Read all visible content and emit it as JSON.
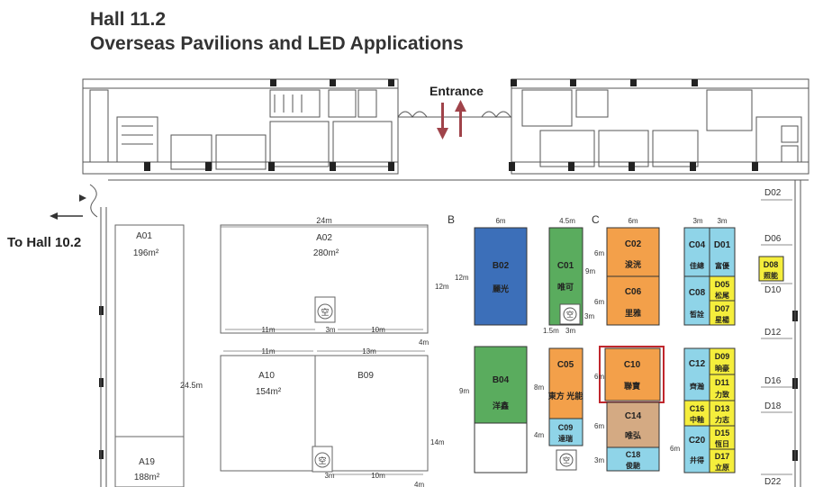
{
  "title": {
    "line1": "Hall 11.2",
    "line2": "Overseas Pavilions and LED Applications"
  },
  "entrance": "Entrance",
  "to_hall": "To Hall 10.2",
  "section_labels": {
    "b": "B",
    "c": "C"
  },
  "kiosk_char": "空",
  "left_area": {
    "a01": {
      "code": "A01",
      "area": "196m²"
    },
    "a02": {
      "code": "A02",
      "area": "280m²"
    },
    "a10": {
      "code": "A10",
      "area": "154m²"
    },
    "b09": {
      "code": "B09"
    },
    "a19": {
      "code": "A19",
      "area": "188m²"
    },
    "dims": {
      "w24": "24m",
      "h12": "12m",
      "d11a": "11m",
      "d3a": "3m",
      "d10a": "10m",
      "d4": "4m",
      "d11b": "11m",
      "d13": "13m",
      "d24_5": "24.5m",
      "d14": "14m",
      "d3b": "3m",
      "d10b": "10m",
      "d4b": "4m"
    }
  },
  "right_area": {
    "dims": {
      "b_w6": "6m",
      "b_h12": "12m",
      "c01_w": "4.5m",
      "c01_h": "9m",
      "c_w6": "6m",
      "c02_h": "6m",
      "c06_h": "6m",
      "c_side3": "3m",
      "c01_bot": "1.5m",
      "c01_bot3": "3m",
      "d_w3a": "3m",
      "d_w3b": "3m",
      "b04_h": "9m",
      "c05_h": "8m",
      "c09_h": "4m",
      "c10_h": "6m",
      "c14_h": "6m",
      "c18_h": "3m",
      "c20_h": "6m"
    }
  },
  "booths": [
    {
      "id": "b02",
      "code": "B02",
      "name": "麗光",
      "color": "#3c6fb9"
    },
    {
      "id": "b04",
      "code": "B04",
      "name": "洋鑫",
      "color": "#5aac5e"
    },
    {
      "id": "c01",
      "code": "C01",
      "name": "唯可",
      "color": "#5aac5e"
    },
    {
      "id": "c02",
      "code": "C02",
      "name": "浚洸",
      "color": "#f3a04a"
    },
    {
      "id": "c06",
      "code": "C06",
      "name": "里雅",
      "color": "#f3a04a"
    },
    {
      "id": "c04",
      "code": "C04",
      "name": "佳總",
      "color": "#8fd4e8"
    },
    {
      "id": "d01",
      "code": "D01",
      "name": "富優",
      "color": "#8fd4e8"
    },
    {
      "id": "c08",
      "code": "C08",
      "name": "晳詮",
      "color": "#8fd4e8"
    },
    {
      "id": "d05",
      "code": "D05",
      "name": "松尾",
      "color": "#f5ee3c"
    },
    {
      "id": "d07",
      "code": "D07",
      "name": "星楊",
      "color": "#f5ee3c"
    },
    {
      "id": "d08",
      "code": "D08",
      "name": "照能",
      "color": "#f5ee3c"
    },
    {
      "id": "c05",
      "code": "C05",
      "name": "東方 光能",
      "color": "#f3a04a"
    },
    {
      "id": "c09",
      "code": "C09",
      "name": "達瑞",
      "color": "#8fd4e8"
    },
    {
      "id": "c10",
      "code": "C10",
      "name": "聯寶",
      "color": "#f3a04a"
    },
    {
      "id": "c14",
      "code": "C14",
      "name": "唯弘",
      "color": "#d4aa83"
    },
    {
      "id": "c18",
      "code": "C18",
      "name": "俊馳",
      "color": "#8fd4e8"
    },
    {
      "id": "c12",
      "code": "C12",
      "name": "齊瀚",
      "color": "#8fd4e8"
    },
    {
      "id": "d09",
      "code": "D09",
      "name": "晌豪",
      "color": "#f5ee3c"
    },
    {
      "id": "d11",
      "code": "D11",
      "name": "力致",
      "color": "#f5ee3c"
    },
    {
      "id": "c16",
      "code": "C16",
      "name": "中釉",
      "color": "#8fd4e8"
    },
    {
      "id": "d13",
      "code": "D13",
      "name": "力志",
      "color": "#f5ee3c"
    },
    {
      "id": "c20",
      "code": "C20",
      "name": "井得",
      "color": "#8fd4e8"
    },
    {
      "id": "d15",
      "code": "D15",
      "name": "恆日",
      "color": "#f5ee3c"
    },
    {
      "id": "d17",
      "code": "D17",
      "name": "立原",
      "color": "#f5ee3c"
    }
  ],
  "wall_labels": {
    "d02": "D02",
    "d06": "D06",
    "d10": "D10",
    "d12": "D12",
    "d16": "D16",
    "d18": "D18",
    "d22": "D22"
  },
  "colors": {
    "highlight": "#c0272d",
    "arrow": "#a0434a"
  }
}
